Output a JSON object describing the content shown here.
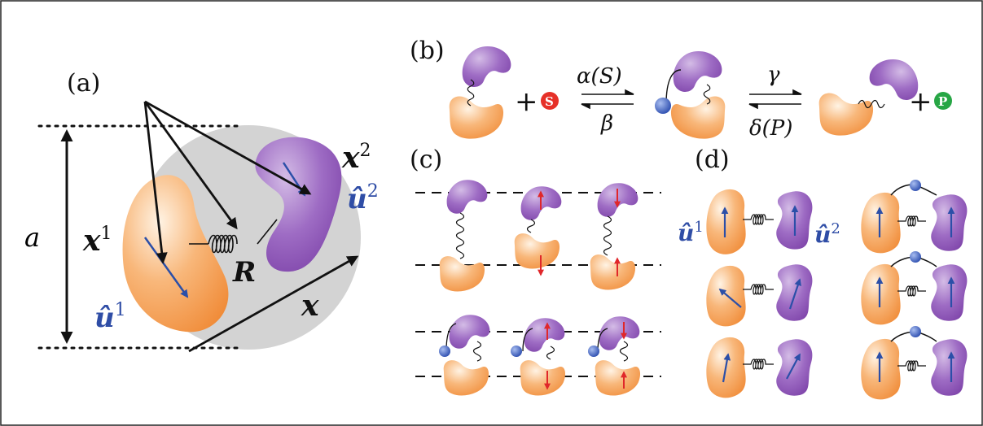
{
  "colors": {
    "orange_light": "#FFE3C4",
    "orange": "#F39A4C",
    "purple_light": "#B893D3",
    "purple": "#8549AE",
    "blue_arrow": "#2B4FA8",
    "red_arrow": "#E0272A",
    "substrate": "#E63028",
    "product": "#27A645",
    "grey_disk": "#D3D3D3",
    "blue_ball": "#3F5FC0",
    "label_blue": "#2F4DA6"
  },
  "panel_a": {
    "label": "(a)",
    "size_symbol": "a",
    "x1": "x",
    "x1_sup": "1",
    "x2": "x",
    "x2_sup": "2",
    "u1": "û",
    "u1_sup": "1",
    "u2": "û",
    "u2_sup": "2",
    "R": "R",
    "x": "x"
  },
  "panel_b": {
    "label": "(b)",
    "plus1": "+",
    "substrate_letter": "S",
    "forward1": "α(S)",
    "backward1": "β",
    "forward2": "γ",
    "backward2": "δ(P)",
    "plus2": "+",
    "product_letter": "P"
  },
  "panel_c": {
    "label": "(c)"
  },
  "panel_d": {
    "label": "(d)",
    "u1": "û",
    "u1_sup": "1",
    "u2": "û",
    "u2_sup": "2"
  }
}
